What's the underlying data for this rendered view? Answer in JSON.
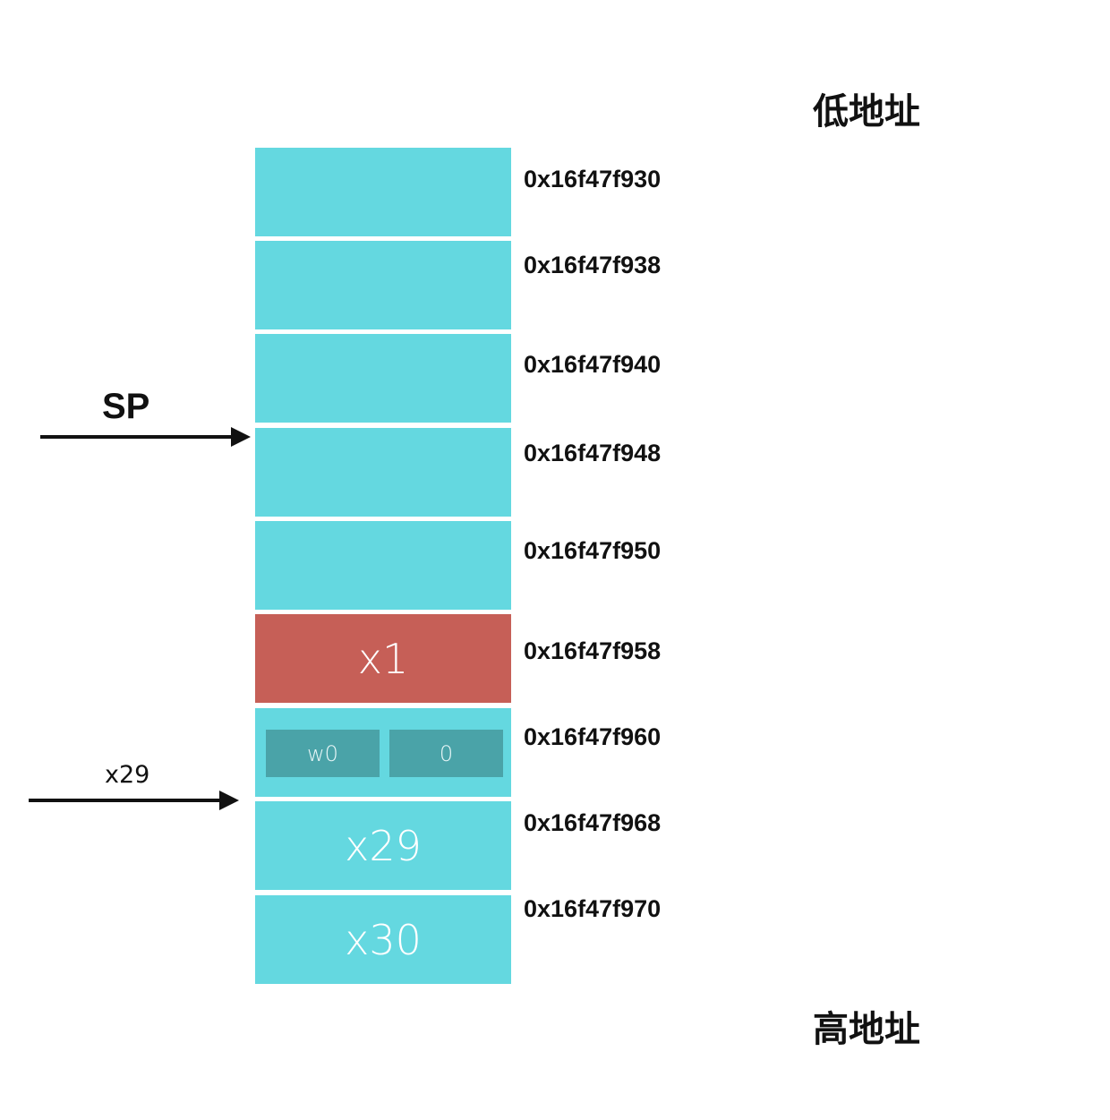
{
  "labels": {
    "low_address": "低地址",
    "high_address": "高地址"
  },
  "pointers": {
    "sp": {
      "label": "SP"
    },
    "x29": {
      "label": "x29"
    }
  },
  "stack": [
    {
      "address": "0x16f47f930",
      "content": ""
    },
    {
      "address": "0x16f47f938",
      "content": ""
    },
    {
      "address": "0x16f47f940",
      "content": ""
    },
    {
      "address": "0x16f47f948",
      "content": ""
    },
    {
      "address": "0x16f47f950",
      "content": ""
    },
    {
      "address": "0x16f47f958",
      "content": "x1",
      "color": "#c65f57"
    },
    {
      "address": "0x16f47f960",
      "content": "",
      "sub": [
        "w0",
        "0"
      ]
    },
    {
      "address": "0x16f47f968",
      "content": "x29"
    },
    {
      "address": "0x16f47f970",
      "content": "x30"
    }
  ],
  "colors": {
    "cell": "#64d8e0",
    "highlight": "#c65f57",
    "subcell": "#4aa3a8"
  }
}
